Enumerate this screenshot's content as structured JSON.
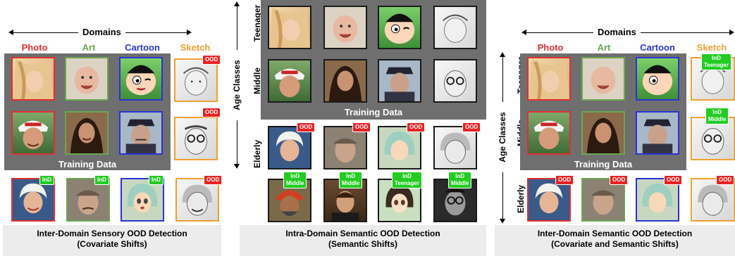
{
  "panels": [
    {
      "domains_label": "Domains",
      "columns": [
        {
          "label": "Photo",
          "color": "#e03030"
        },
        {
          "label": "Art",
          "color": "#6aa84f"
        },
        {
          "label": "Cartoon",
          "color": "#2a34d6"
        },
        {
          "label": "Sketch",
          "color": "#f0a030"
        }
      ],
      "training_label": "Training Data",
      "badges": {
        "ood": "OOD",
        "ind": "InD"
      },
      "caption_line1": "Inter-Domain Sensory OOD Detection",
      "caption_line2": "(Covariate Shifts)"
    },
    {
      "axis_label": "Age Classes",
      "rows": [
        "Teenager",
        "Middle",
        "Elderly"
      ],
      "training_label": "Training Data",
      "badges": {
        "ood": "OOD",
        "ind_middle_1": "InD",
        "ind_middle_2": "Middle",
        "ind_teen_1": "InD",
        "ind_teen_2": "Teenager"
      },
      "caption_line1": "Intra-Domain Semantic OOD Detection",
      "caption_line2": "(Semantic Shifts)"
    },
    {
      "domains_label": "Domains",
      "axis_label": "Age Classes",
      "columns": [
        {
          "label": "Photo",
          "color": "#e03030"
        },
        {
          "label": "Art",
          "color": "#6aa84f"
        },
        {
          "label": "Cartoon",
          "color": "#2a34d6"
        },
        {
          "label": "Sketch",
          "color": "#f0a030"
        }
      ],
      "rows": [
        "Teenager",
        "Middle",
        "Elderly"
      ],
      "training_label": "Training Data",
      "badges": {
        "ood": "OOD",
        "ind_teen_1": "InD",
        "ind_teen_2": "Teenager",
        "ind_mid_1": "InD",
        "ind_mid_2": "Middle"
      },
      "caption_line1": "Inter-Domain Semantic OOD Detection",
      "caption_line2": "(Covariate and Semantic Shifts)"
    }
  ]
}
